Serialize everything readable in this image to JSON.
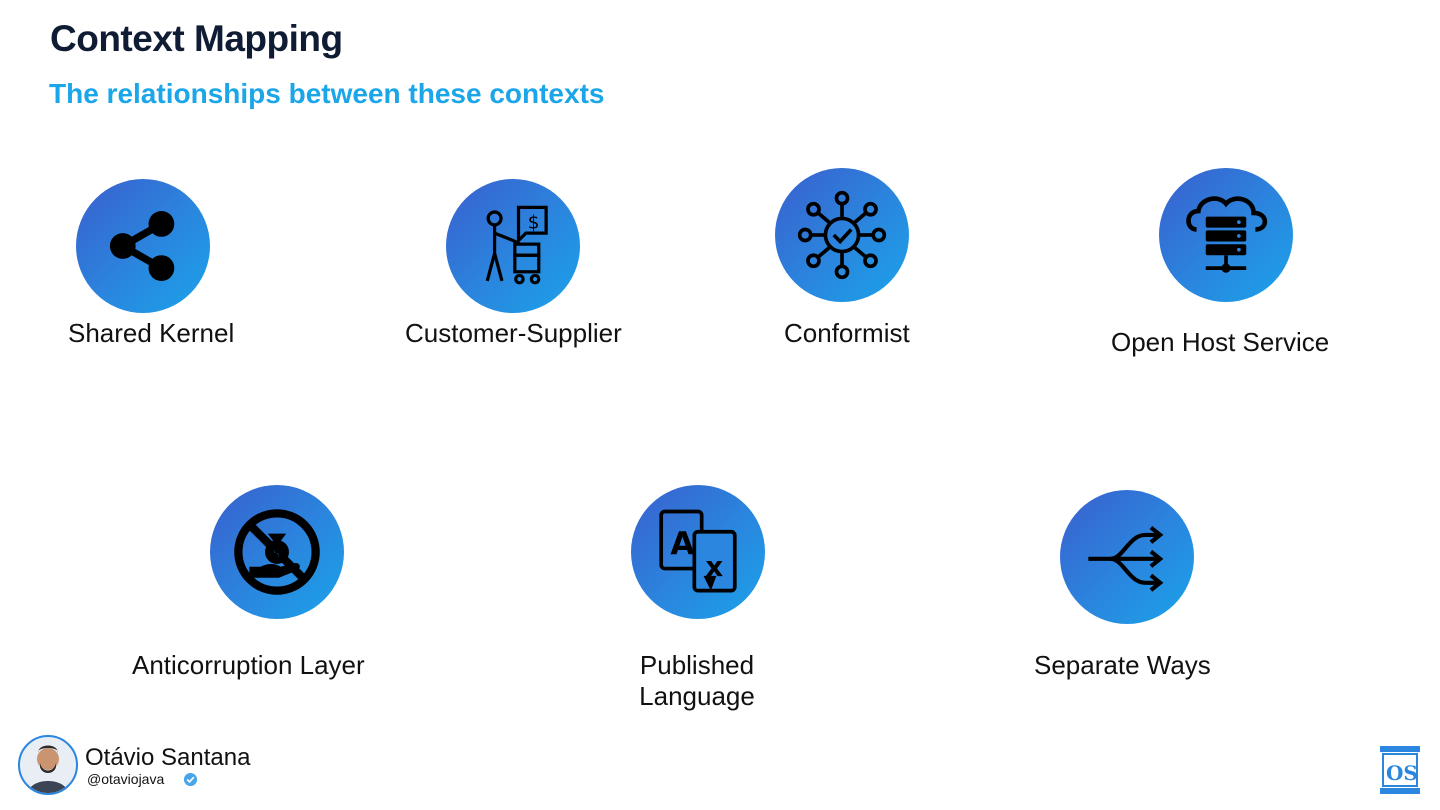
{
  "slide": {
    "title": "Context Mapping",
    "subtitle": "The relationships between these contexts"
  },
  "relationships": [
    {
      "label": "Shared Kernel",
      "icon": "share-icon"
    },
    {
      "label": "Customer-Supplier",
      "icon": "vendor-cart-icon"
    },
    {
      "label": "Conformist",
      "icon": "network-check-icon"
    },
    {
      "label": "Open Host Service",
      "icon": "cloud-server-icon"
    },
    {
      "label": "Anticorruption Layer",
      "icon": "no-bribery-icon"
    },
    {
      "label": "Published Language",
      "icon": "translate-icon"
    },
    {
      "label": "Separate Ways",
      "icon": "diverging-arrows-icon"
    }
  ],
  "footer": {
    "author_name": "Otávio Santana",
    "author_handle": "@otaviojava",
    "logo_text": "OS"
  },
  "colors": {
    "title": "#0f1c33",
    "subtitle": "#1aa6e8",
    "circle_gradient": [
      "#3a5fce",
      "#1aa3ea"
    ]
  }
}
